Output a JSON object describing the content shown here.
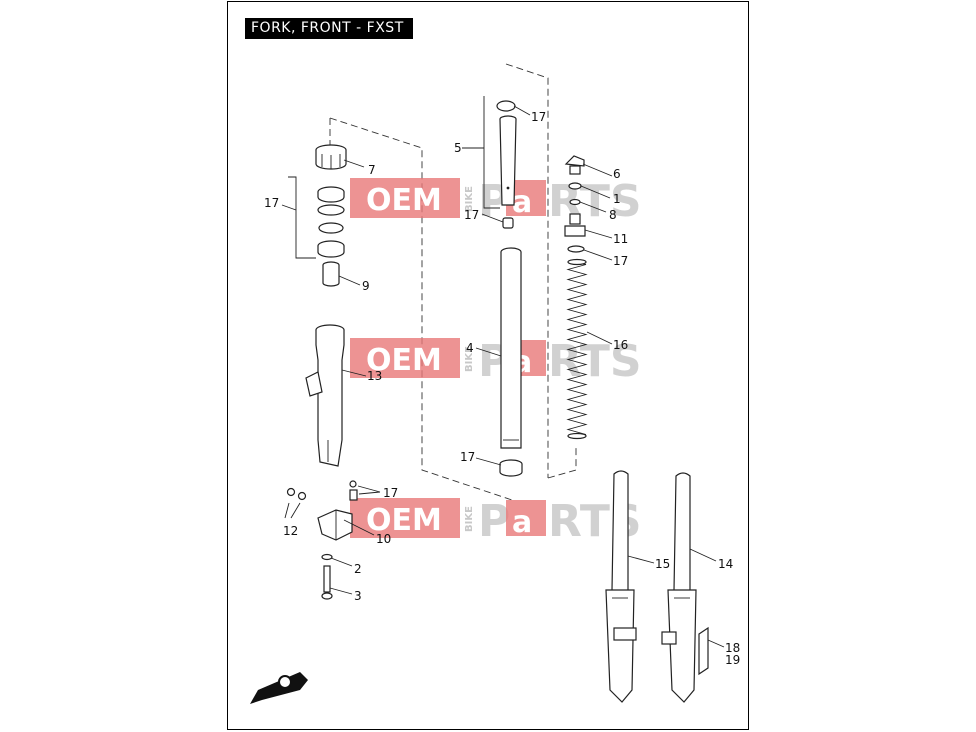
{
  "title": "FORK, FRONT - FXST",
  "watermark": {
    "oem": "OEM",
    "bike": "BIKE",
    "parts_p": "P",
    "parts_a": "a",
    "parts_rest": "RTS",
    "box_color": "#e87878"
  },
  "callouts": {
    "c1": "1",
    "c2": "2",
    "c3": "3",
    "c4": "4",
    "c5": "5",
    "c6": "6",
    "c7": "7",
    "c8": "8",
    "c9": "9",
    "c10": "10",
    "c11": "11",
    "c12": "12",
    "c13": "13",
    "c14": "14",
    "c15": "15",
    "c16": "16",
    "c17a": "17",
    "c17b": "17",
    "c17c": "17",
    "c17d": "17",
    "c17e": "17",
    "c17f": "17",
    "c18": "18",
    "c19": "19"
  },
  "icons": {
    "direction": "front-direction-icon"
  }
}
